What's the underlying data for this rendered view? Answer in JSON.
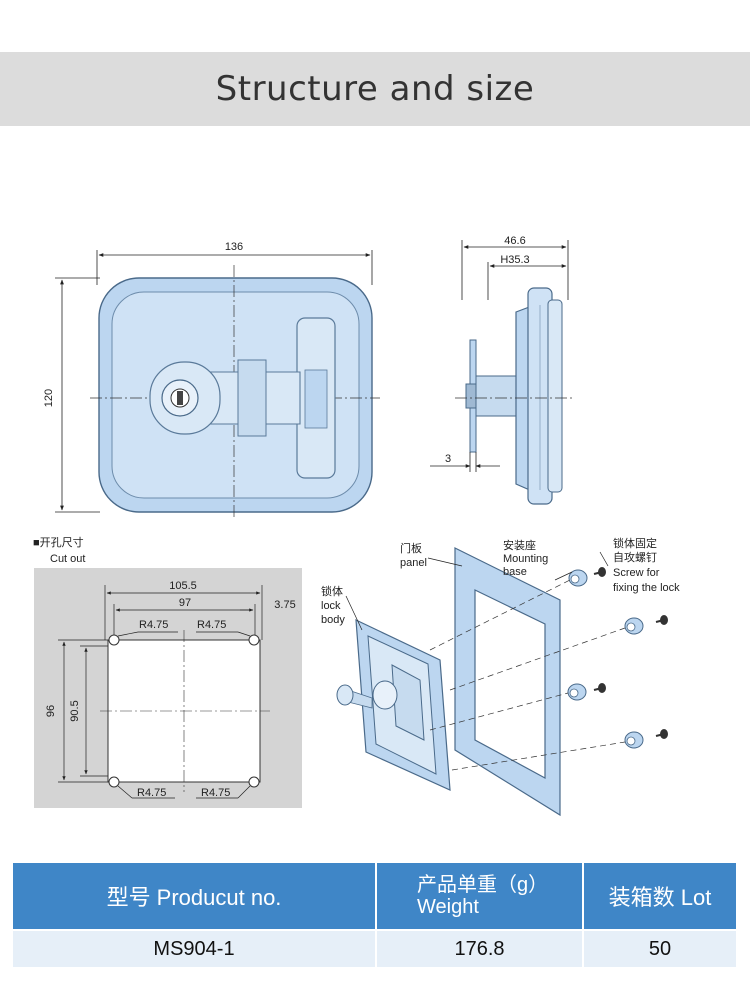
{
  "header": {
    "title": "Structure and size"
  },
  "front_view": {
    "width_dim": "136",
    "height_dim": "120"
  },
  "side_view": {
    "depth_dim": "46.6",
    "inner_depth_dim": "H35.3",
    "panel_dim": "3"
  },
  "cutout": {
    "heading_cn": "■开孔尺寸",
    "heading_en": "Cut out",
    "outer_width": "105.5",
    "inner_width": "97",
    "offset": "3.75",
    "outer_height": "96",
    "inner_height": "90.5",
    "radius_tl": "R4.75",
    "radius_tr": "R4.75",
    "radius_bl": "R4.75",
    "radius_br": "R4.75"
  },
  "exploded": {
    "panel_cn": "门板",
    "panel_en": "panel",
    "base_cn": "安装座",
    "base_en1": "Mounting",
    "base_en2": "base",
    "screw_cn1": "锁体固定",
    "screw_cn2": "自攻螺钉",
    "screw_en1": "Screw for",
    "screw_en2": "fixing the lock",
    "body_cn": "锁体",
    "body_en1": "lock",
    "body_en2": "body"
  },
  "table": {
    "headers": [
      "型号 Producut no.",
      "产品单重（g）",
      "Weight",
      "装箱数 Lot"
    ],
    "row": {
      "model": "MS904-1",
      "weight": "176.8",
      "lot": "50"
    }
  },
  "colors": {
    "accent": "#3f86c7",
    "drawing_fill": "#bcd6f0",
    "header_band": "#dcdcdc"
  }
}
